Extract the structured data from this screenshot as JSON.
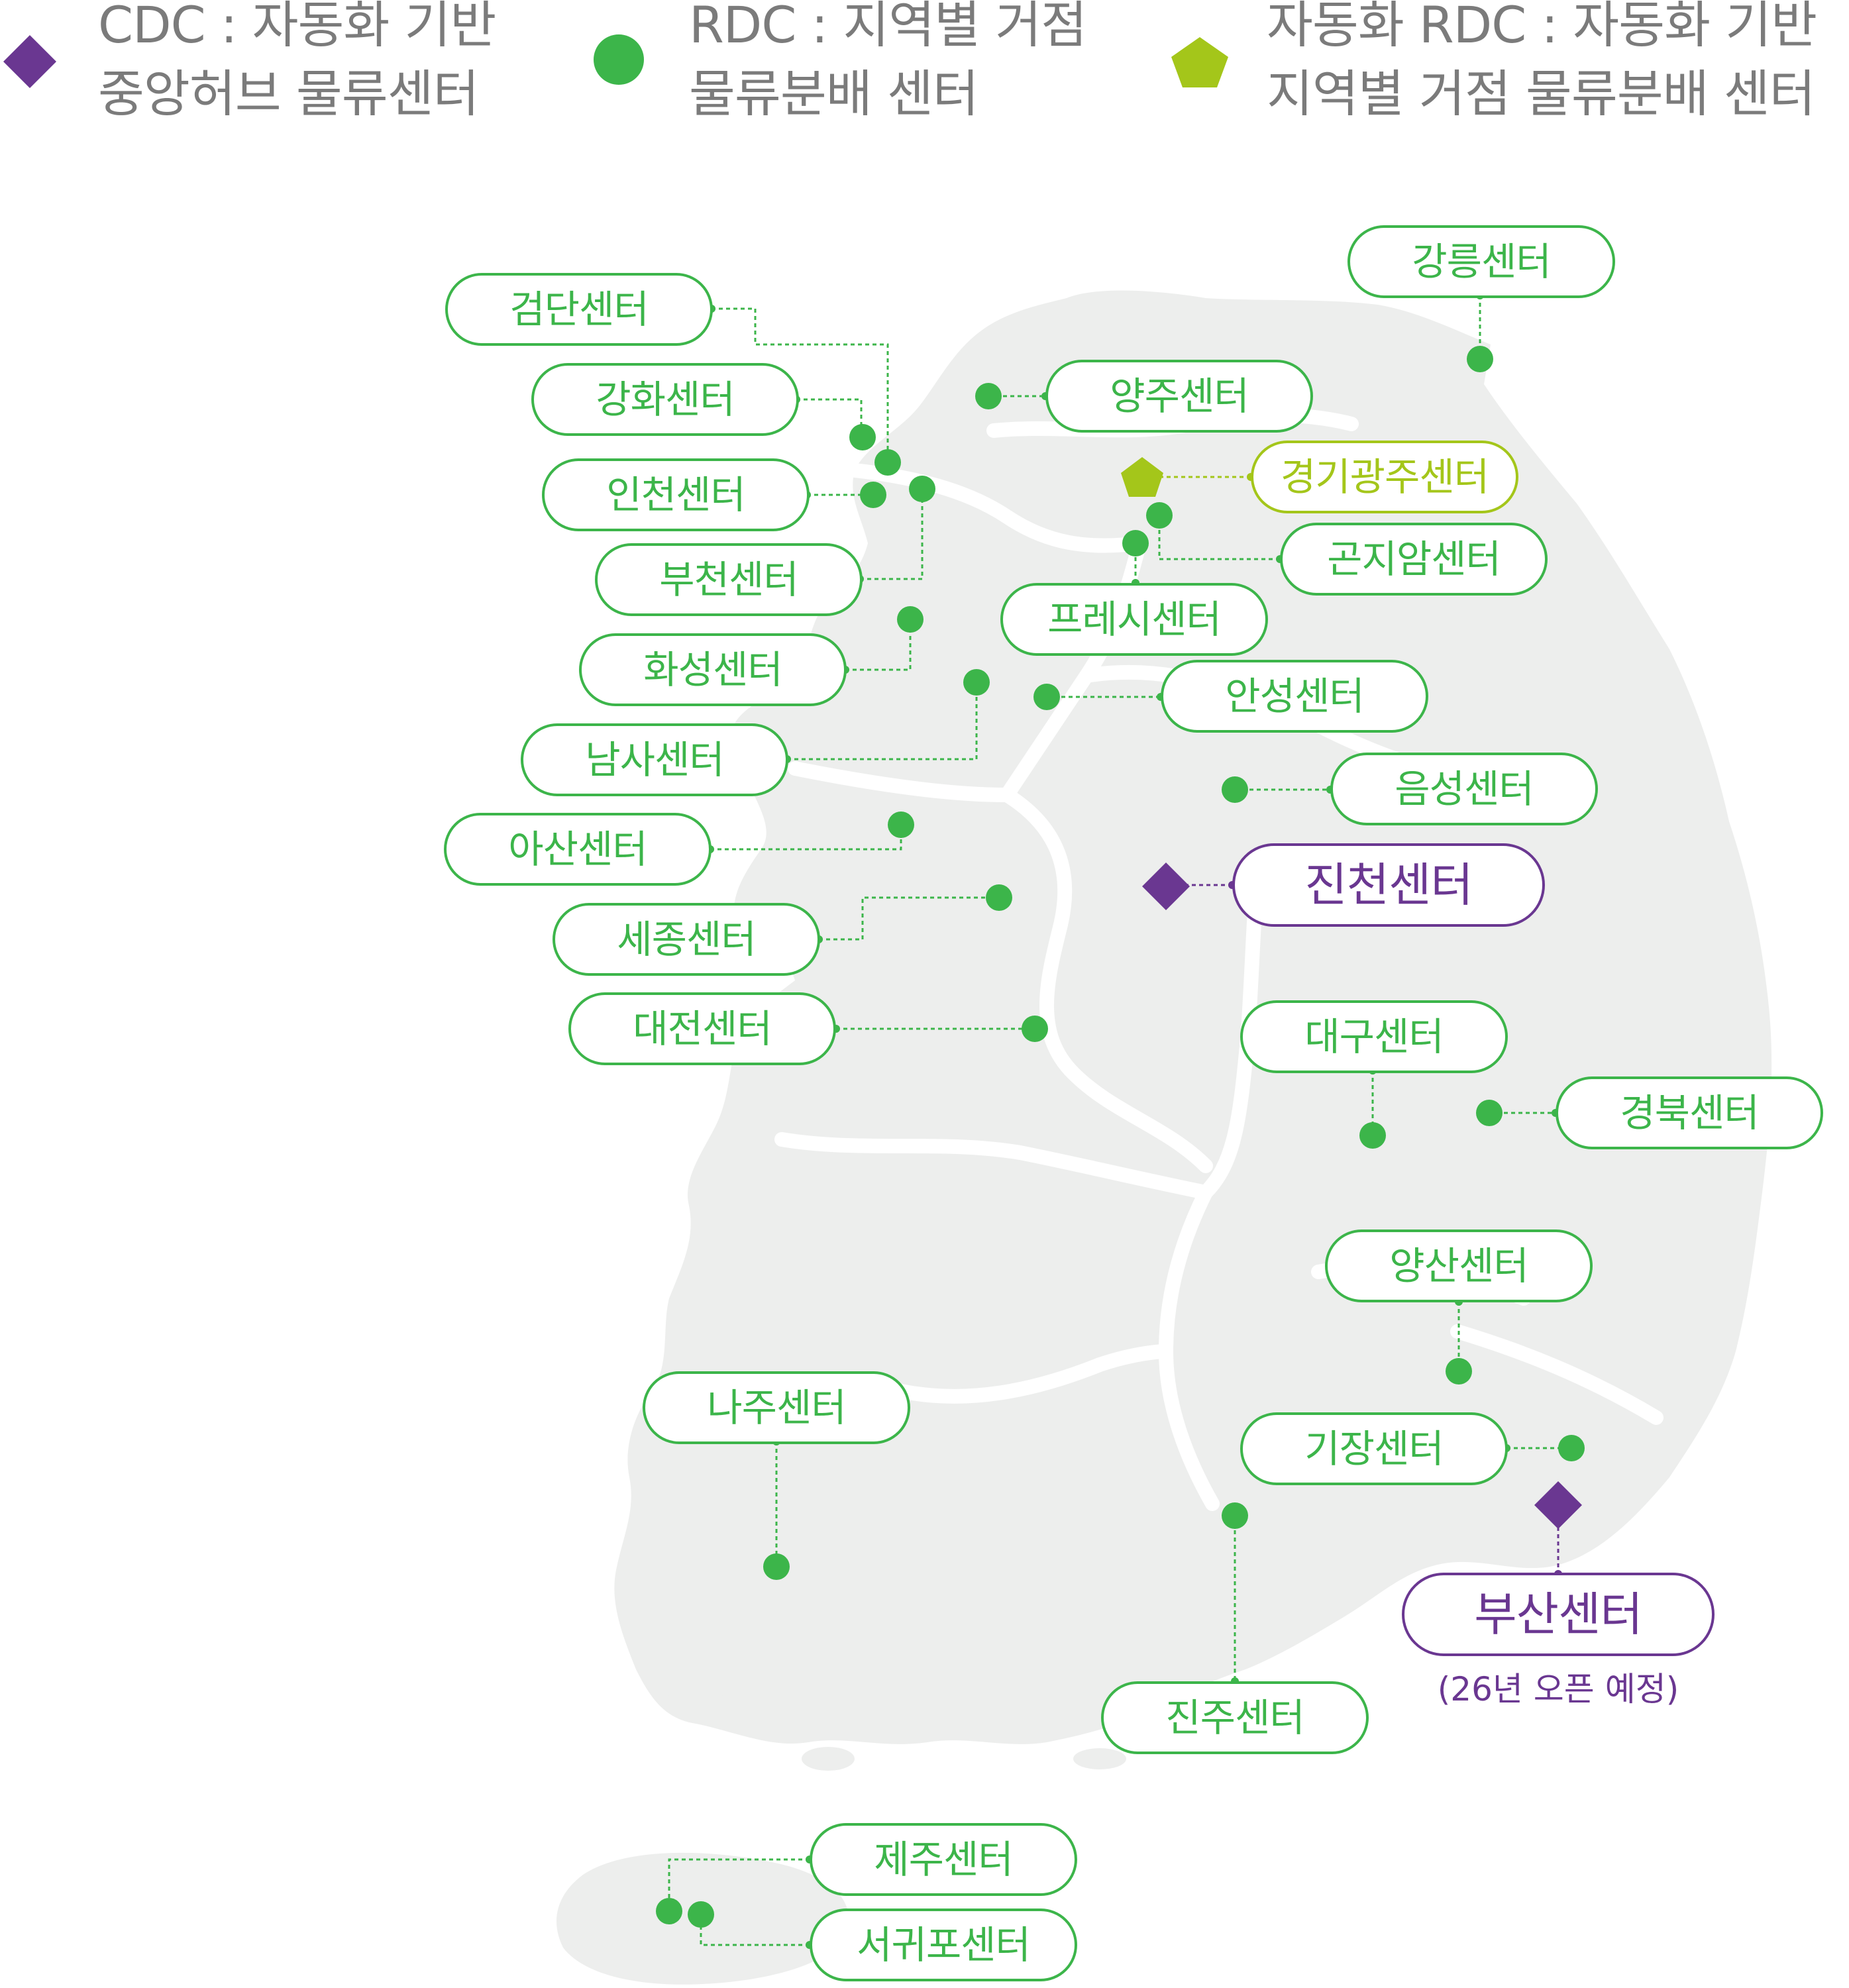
{
  "legend": [
    {
      "type": "cdc",
      "icon": "diamond-icon",
      "color": "#6a3791",
      "line1": "CDC : 자동화 기반",
      "line2": "중앙허브 물류센터"
    },
    {
      "type": "rdc",
      "icon": "circle-icon",
      "color": "#3cb54a",
      "line1": "RDC : 지역별 거점",
      "line2": "물류분배 센터"
    },
    {
      "type": "auto-rdc",
      "icon": "pentagon-icon",
      "color": "#a4c61a",
      "line1": "자동화 RDC : 자동화 기반",
      "line2": "지역별 거점 물류분배 센터"
    }
  ],
  "colors": {
    "map": "#edeeed",
    "rdc": "#3cb54a",
    "cdc": "#6a3791",
    "auto_rdc": "#a4c61a"
  },
  "centers": {
    "gumdan": "검단센터",
    "ganghwa": "강화센터",
    "incheon": "인천센터",
    "bucheon": "부천센터",
    "hwaseong": "화성센터",
    "namsa": "남사센터",
    "asan": "아산센터",
    "sejong": "세종센터",
    "daejeon": "대전센터",
    "yangju": "양주센터",
    "gwangju_gg": "경기광주센터",
    "gonjiam": "곤지암센터",
    "fresh": "프레시센터",
    "anseong": "안성센터",
    "eumseong": "음성센터",
    "jincheon": "진천센터",
    "gangneung": "강릉센터",
    "daegu": "대구센터",
    "gyeongbuk": "경북센터",
    "yangsan": "양산센터",
    "gijang": "기장센터",
    "busan": "부산센터",
    "busan_note": "(26년 오픈 예정)",
    "naju": "나주센터",
    "jinju": "진주센터",
    "jeju": "제주센터",
    "seogwipo": "서귀포센터"
  }
}
